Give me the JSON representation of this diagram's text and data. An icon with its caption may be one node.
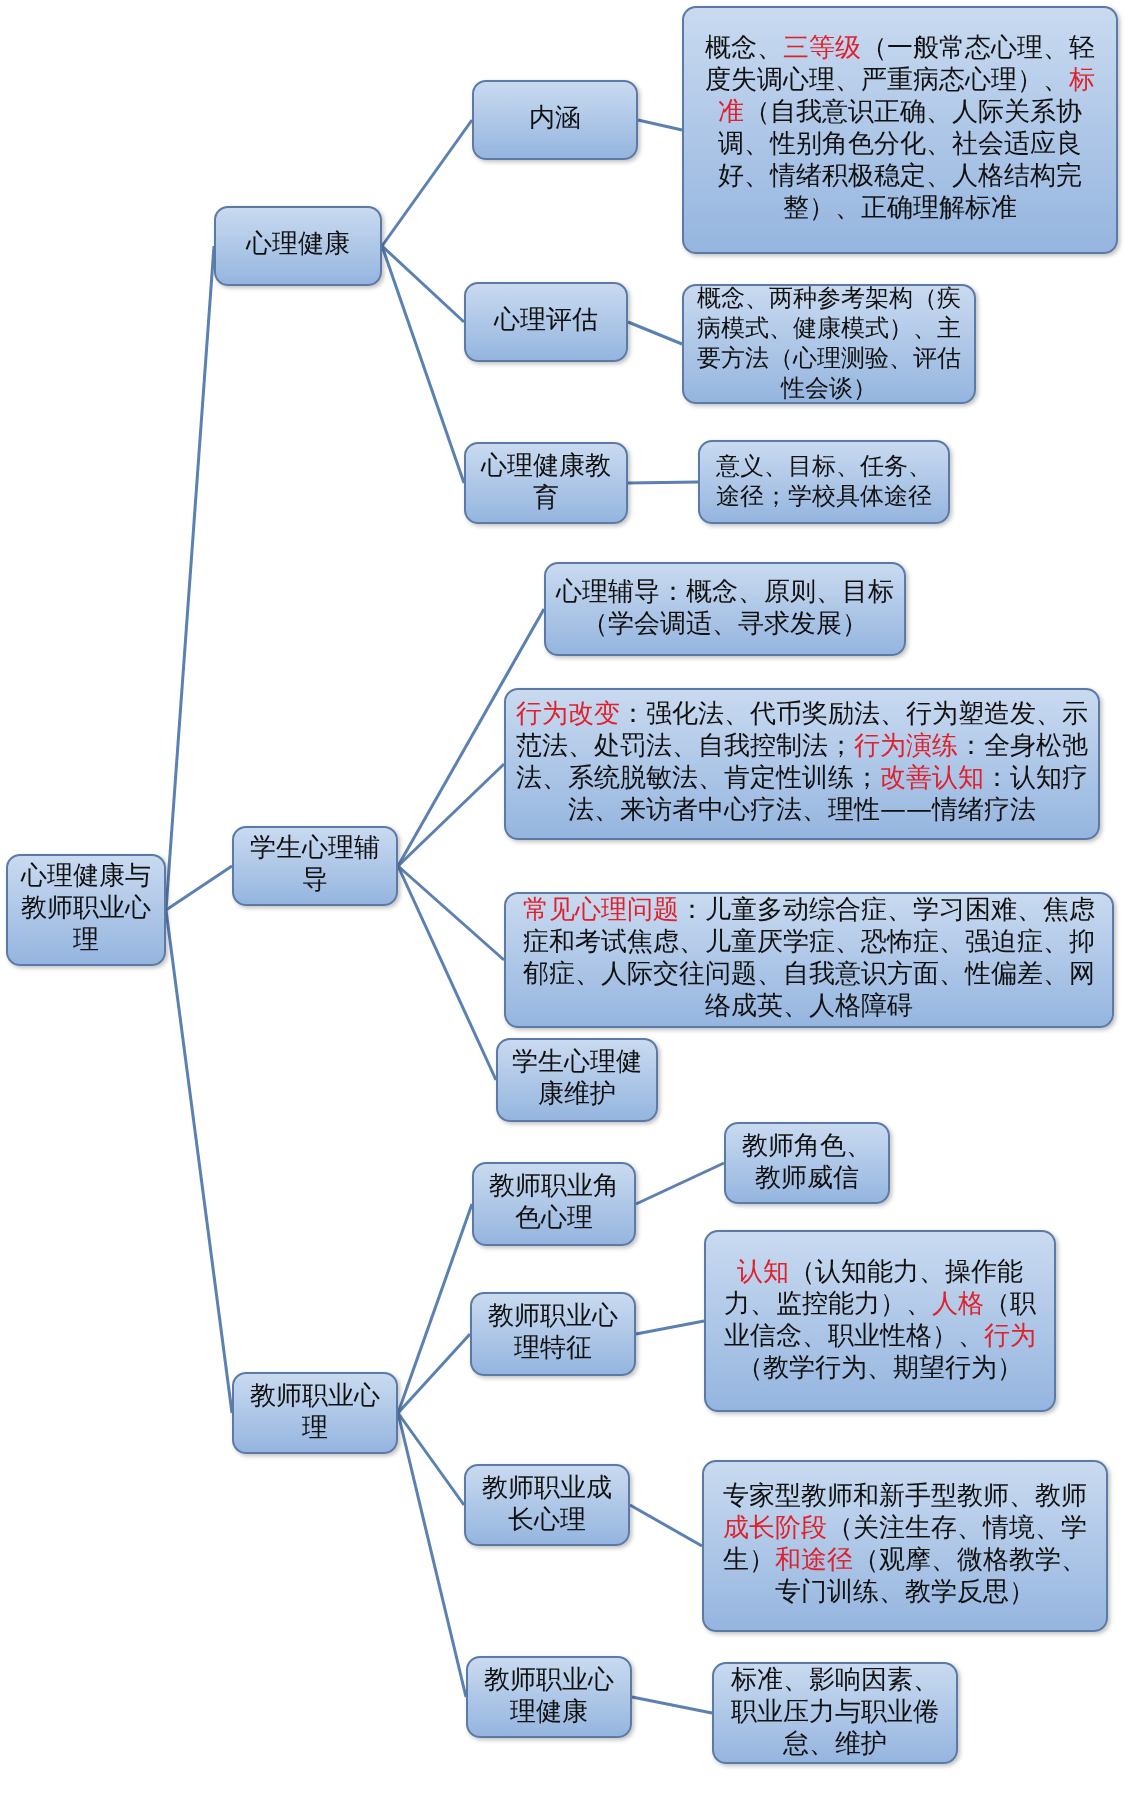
{
  "diagram": {
    "nodes": [
      {
        "text": [
          "心理健康与教师职业心理"
        ]
      },
      {
        "text": [
          "心理健康"
        ]
      },
      {
        "text": [
          "内涵"
        ]
      },
      {
        "text": [
          "概念、**三等级**（一般常态心理、轻度失调心理、严重病态心理）、**标准**（自我意识正确、人际关系协调、性别角色分化、社会适应良好、情绪积极稳定、人格结构完整）、正确理解标准"
        ]
      },
      {
        "text": [
          "心理评估"
        ]
      },
      {
        "text": [
          "概念、两种参考架构（疾病模式、健康模式）、主要方法（心理测验、评估性会谈）"
        ]
      },
      {
        "text": [
          "心理健康教育"
        ]
      },
      {
        "text": [
          "意义、目标、任务、途径；学校具体途径"
        ]
      },
      {
        "text": [
          "学生心理辅导"
        ]
      },
      {
        "text": [
          "心理辅导：概念、原则、目标（学会调适、寻求发展）"
        ]
      },
      {
        "text": [
          "**行为改变**：强化法、代币奖励法、行为塑造发、示范法、处罚法、自我控制法；**行为演练**：全身松弛法、系统脱敏法、肯定性训练；**改善认知**：认知疗法、来访者中心疗法、理性——情绪疗法"
        ]
      },
      {
        "text": [
          "**常见心理问题**：儿童多动综合症、学习困难、焦虑症和考试焦虑、儿童厌学症、恐怖症、强迫症、抑郁症、人际交往问题、自我意识方面、性偏差、网络成英、人格障碍"
        ]
      },
      {
        "text": [
          "学生心理健康维护"
        ]
      },
      {
        "text": [
          "教师职业心理"
        ]
      },
      {
        "text": [
          "教师职业角色心理"
        ]
      },
      {
        "text": [
          "教师角色、教师威信"
        ]
      },
      {
        "text": [
          "教师职业心理特征"
        ]
      },
      {
        "text": [
          "**认知**（认知能力、操作能力、监控能力）、**人格**（职业信念、职业性格）、**行为**（教学行为、期望行为）"
        ]
      },
      {
        "text": [
          "教师职业成长心理"
        ]
      },
      {
        "text": [
          "专家型教师和新手型教师、教师**成长阶段**（关注生存、情境、学生）**和途径**（观摩、微格教学、专门训练、教学反思）"
        ]
      },
      {
        "text": [
          "教师职业心理健康"
        ]
      },
      {
        "text": [
          "标准、影响因素、职业压力与职业倦怠、维护"
        ]
      }
    ],
    "edges": [
      {
        "from": 0,
        "to": 1,
        "arrow": "none"
      },
      {
        "from": 0,
        "to": 8,
        "arrow": "none"
      },
      {
        "from": 0,
        "to": 13,
        "arrow": "none"
      },
      {
        "from": 1,
        "to": 2,
        "arrow": "none"
      },
      {
        "from": 2,
        "to": 3,
        "arrow": "none"
      },
      {
        "from": 1,
        "to": 4,
        "arrow": "none"
      },
      {
        "from": 4,
        "to": 5,
        "arrow": "none"
      },
      {
        "from": 1,
        "to": 6,
        "arrow": "none"
      },
      {
        "from": 6,
        "to": 7,
        "arrow": "none"
      },
      {
        "from": 8,
        "to": 9,
        "arrow": "none"
      },
      {
        "from": 8,
        "to": 10,
        "arrow": "none"
      },
      {
        "from": 8,
        "to": 11,
        "arrow": "none"
      },
      {
        "from": 8,
        "to": 12,
        "arrow": "none"
      },
      {
        "from": 13,
        "to": 14,
        "arrow": "none"
      },
      {
        "from": 14,
        "to": 15,
        "arrow": "none"
      },
      {
        "from": 13,
        "to": 16,
        "arrow": "none"
      },
      {
        "from": 16,
        "to": 17,
        "arrow": "none"
      },
      {
        "from": 13,
        "to": 18,
        "arrow": "none"
      },
      {
        "from": 18,
        "to": 19,
        "arrow": "none"
      },
      {
        "from": 13,
        "to": 20,
        "arrow": "none"
      },
      {
        "from": 20,
        "to": 21,
        "arrow": "none"
      }
    ]
  }
}
